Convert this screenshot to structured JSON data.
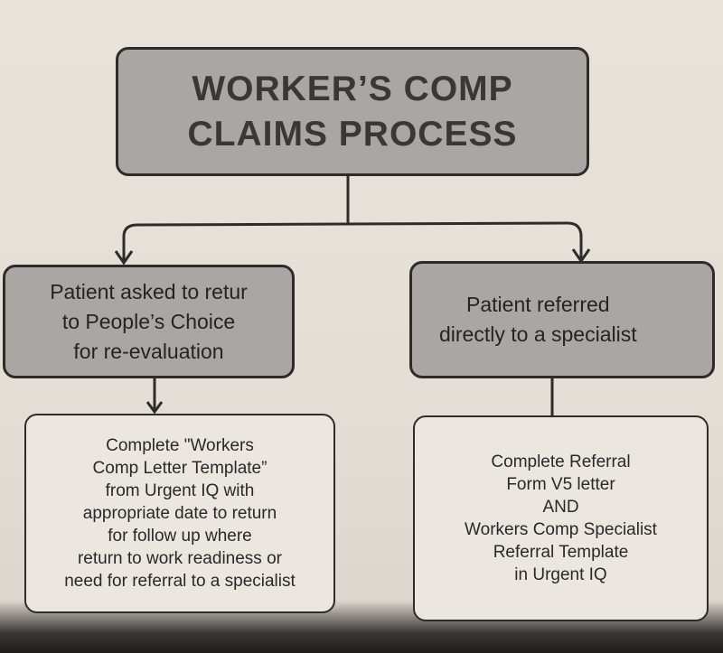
{
  "diagram": {
    "title": {
      "lines": [
        "WORKER’S COMP",
        "CLAIMS PROCESS"
      ]
    },
    "branches": [
      {
        "step": {
          "lines": [
            "Patient asked to retur",
            "to People’s Choice",
            "for re-evaluation"
          ]
        },
        "action": {
          "lines": [
            "Complete \"Workers",
            "Comp Letter Template”",
            "from Urgent IQ with",
            "appropriate date to return",
            "for follow up where",
            "return to work readiness or",
            "need for referral to a specialist"
          ]
        }
      },
      {
        "step": {
          "lines": [
            "Patient referred",
            "directly to a specialist"
          ]
        },
        "action": {
          "lines": [
            "Complete Referral",
            "Form V5 letter",
            "AND",
            "Workers Comp Specialist",
            "Referral Template",
            "in Urgent IQ"
          ]
        }
      }
    ],
    "colors": {
      "background": "#e6e0d8",
      "header_fill": "#a9a6a3",
      "action_fill": "#ebe6e0",
      "stroke": "#2e2c2b"
    }
  }
}
